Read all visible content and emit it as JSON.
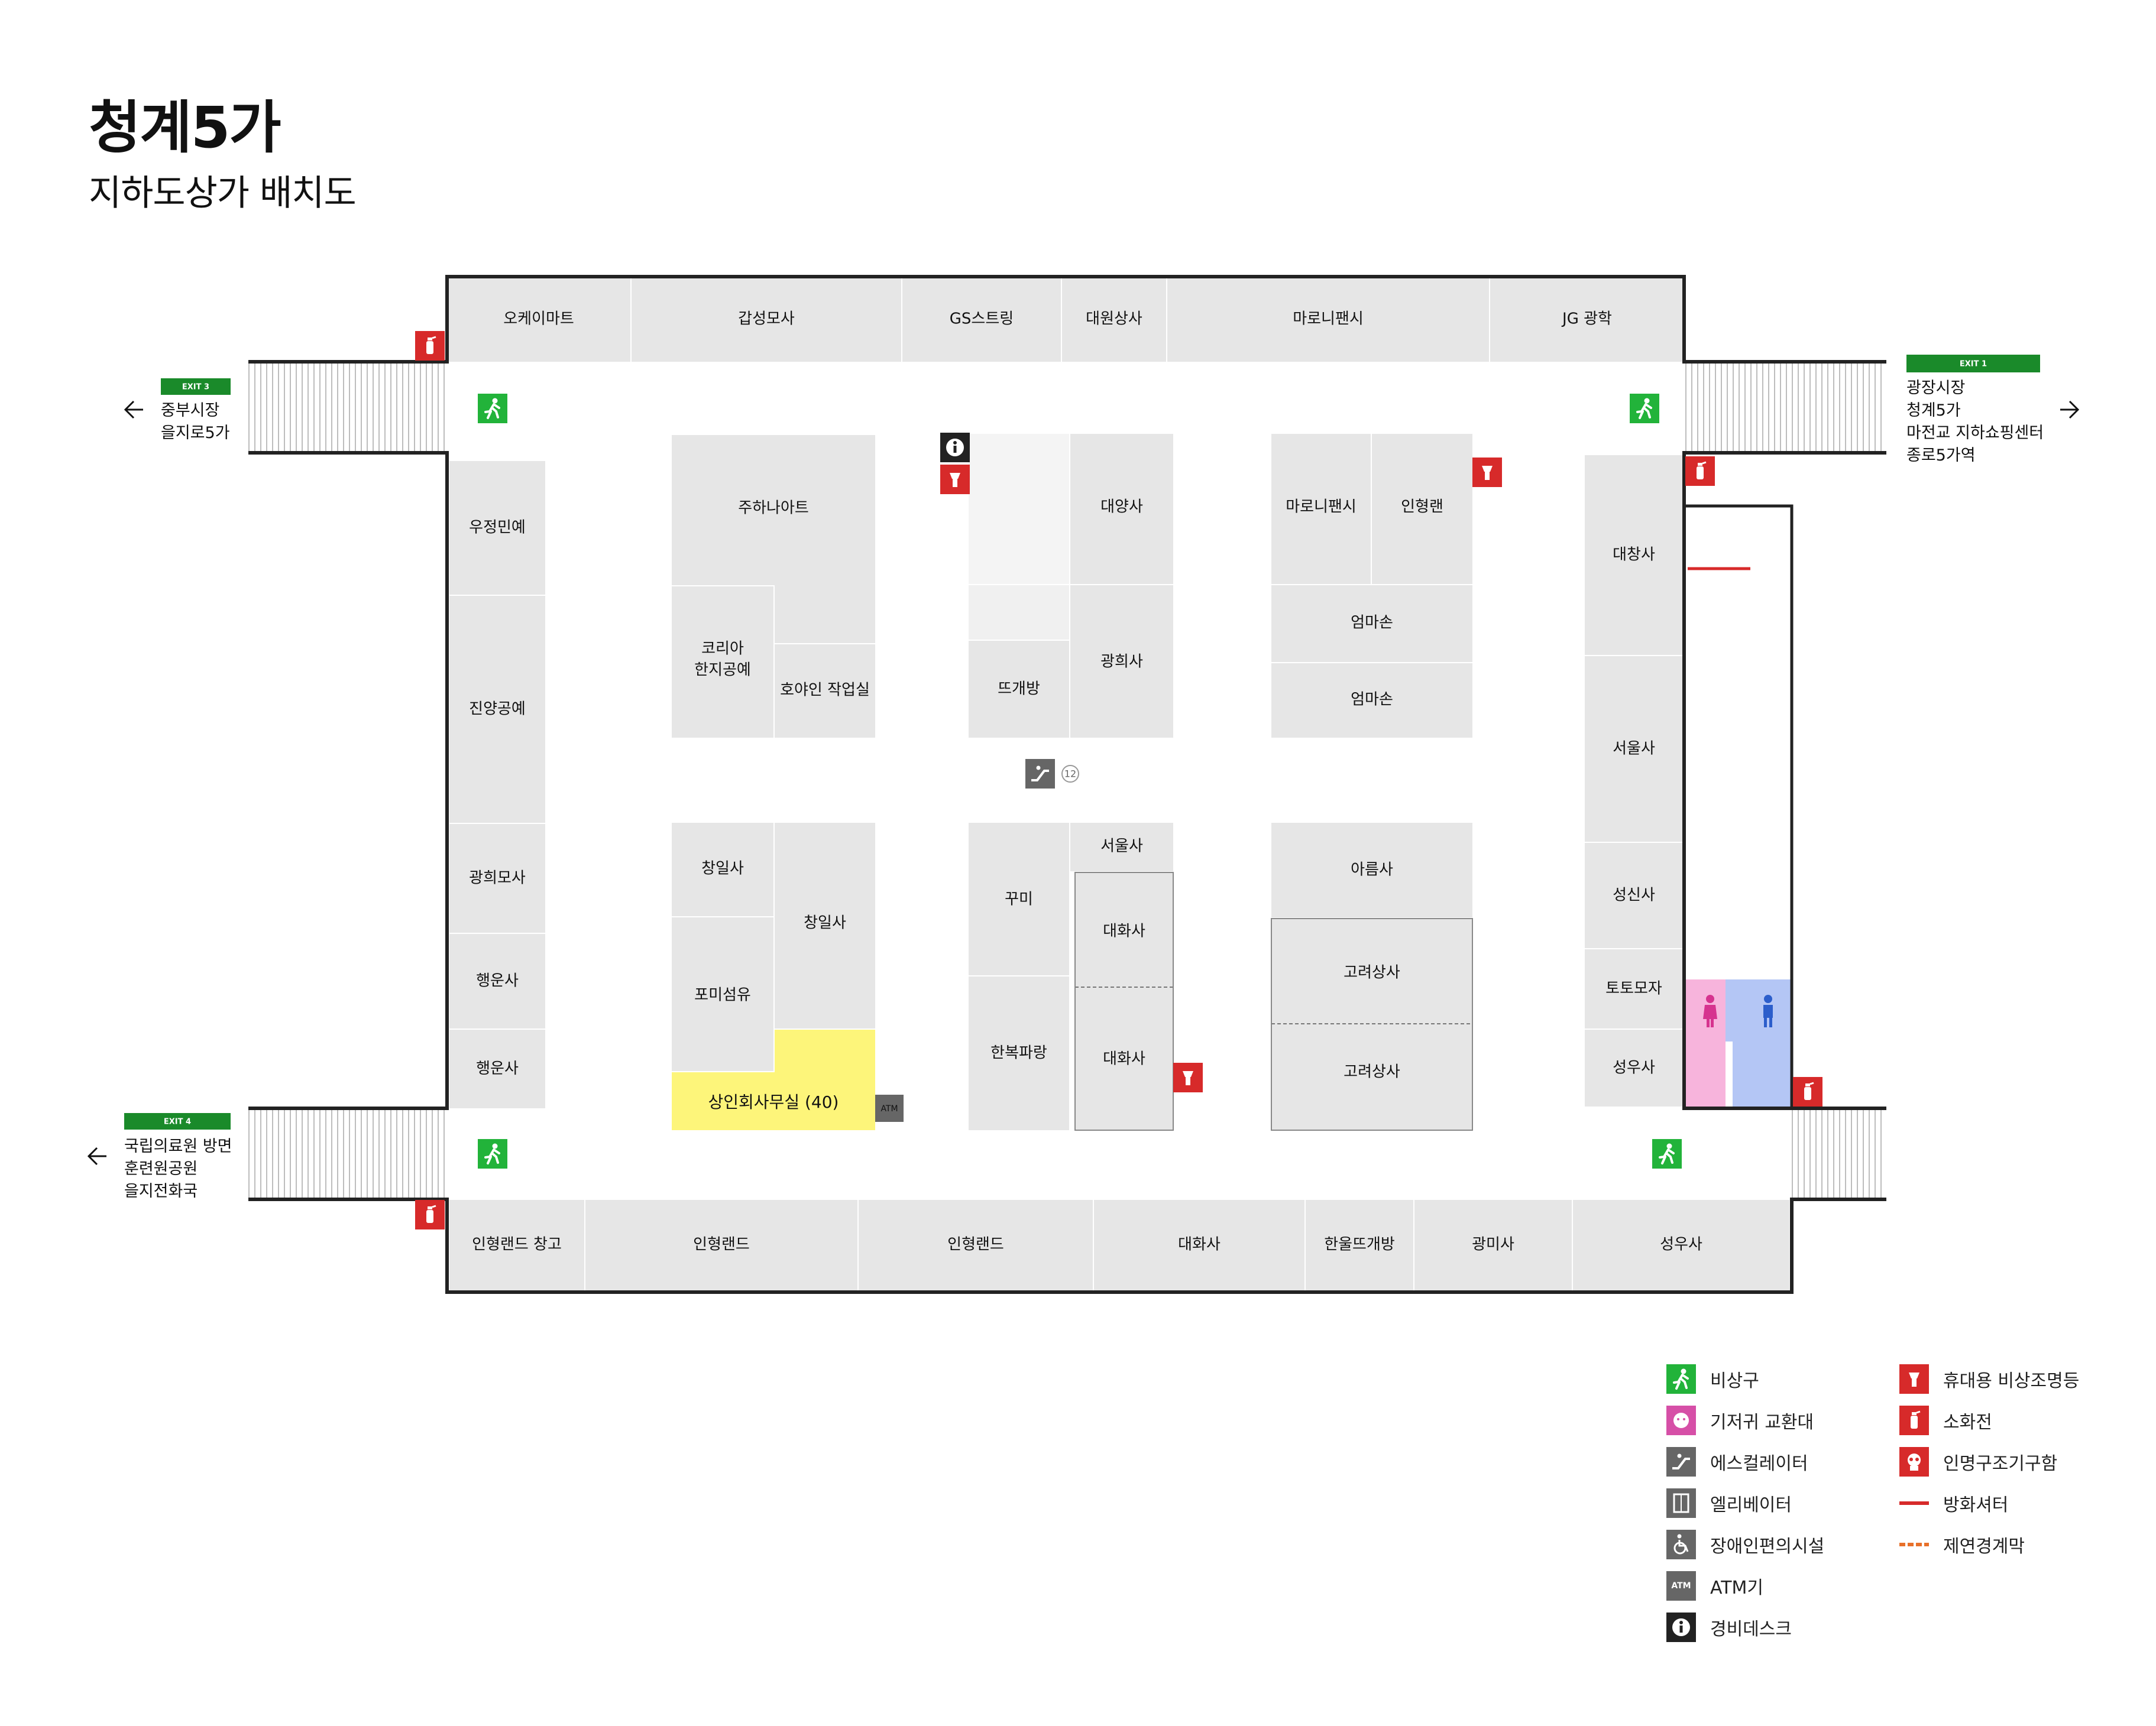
{
  "title": "청계5가",
  "subtitle": "지하도상가 배치도",
  "exits": {
    "exit1": {
      "tag": "EXIT 1",
      "dest": [
        "광장시장",
        "청계5가",
        "마전교 지하쇼핑센터",
        "종로5가역"
      ]
    },
    "exit3": {
      "tag": "EXIT 3",
      "dest": [
        "중부시장",
        "을지로5가"
      ]
    },
    "exit4": {
      "tag": "EXIT 4",
      "dest": [
        "국립의료원 방면",
        "훈련원공원",
        "을지전화국"
      ]
    }
  },
  "stores_top": [
    "오케이마트",
    "갑성모사",
    "GS스트링",
    "대원상사",
    "마로니팬시",
    "JG 광학"
  ],
  "stores_left": [
    "우정민예",
    "진양공예",
    "광희모사",
    "행운사",
    "행운사"
  ],
  "stores_right": [
    "대창사",
    "서울사",
    "성신사",
    "토토모자",
    "성우사"
  ],
  "stores_bottom": [
    "인형랜드 창고",
    "인형랜드",
    "인형랜드",
    "대화사",
    "한울뜨개방",
    "광미사",
    "성우사"
  ],
  "block_a_top": {
    "s1": "주하나아트",
    "s2a": "코리아",
    "s2b": "한지공예",
    "s3": "호야인 작업실"
  },
  "block_b_top": {
    "s1": "대양사",
    "s2": "광희사",
    "s3": "뜨개방"
  },
  "block_c_top": {
    "s1": "마로니팬시",
    "s2": "인형랜",
    "s3": "엄마손",
    "s4": "엄마손"
  },
  "block_a_bottom": {
    "s1": "창일사",
    "s2": "창일사",
    "s3": "포미섬유",
    "s4": "상인회사무실 (40)",
    "atm": "ATM"
  },
  "block_b_bottom": {
    "s1": "서울사",
    "s2": "꾸미",
    "s3": "대화사",
    "s4": "한복파랑",
    "s5": "대화사"
  },
  "block_c_bottom": {
    "s1": "아름사",
    "s2": "고려상사",
    "s3": "고려상사"
  },
  "escalator_no": "12",
  "legend": {
    "emergency_exit": "비상구",
    "diaper": "기저귀 교환대",
    "escalator": "에스컬레이터",
    "elevator": "엘리베이터",
    "accessible": "장애인편의시설",
    "atm_label": "ATM기",
    "atm_icon": "ATM",
    "security": "경비데스크",
    "flashlight": "휴대용 비상조명등",
    "extinguisher": "소화전",
    "rescue": "인명구조기구함",
    "fire_shutter": "방화셔터",
    "smoke_curtain": "제연경계막"
  },
  "colors": {
    "store": "#e6e6e6",
    "office": "#fdf57a",
    "exit_green": "#1a8a2a",
    "icon_green": "#22b33a",
    "fire_red": "#d72a2a",
    "icon_gray": "#666666",
    "women": "#f7b4dc",
    "men": "#b4c6f5",
    "wall": "#222222"
  }
}
